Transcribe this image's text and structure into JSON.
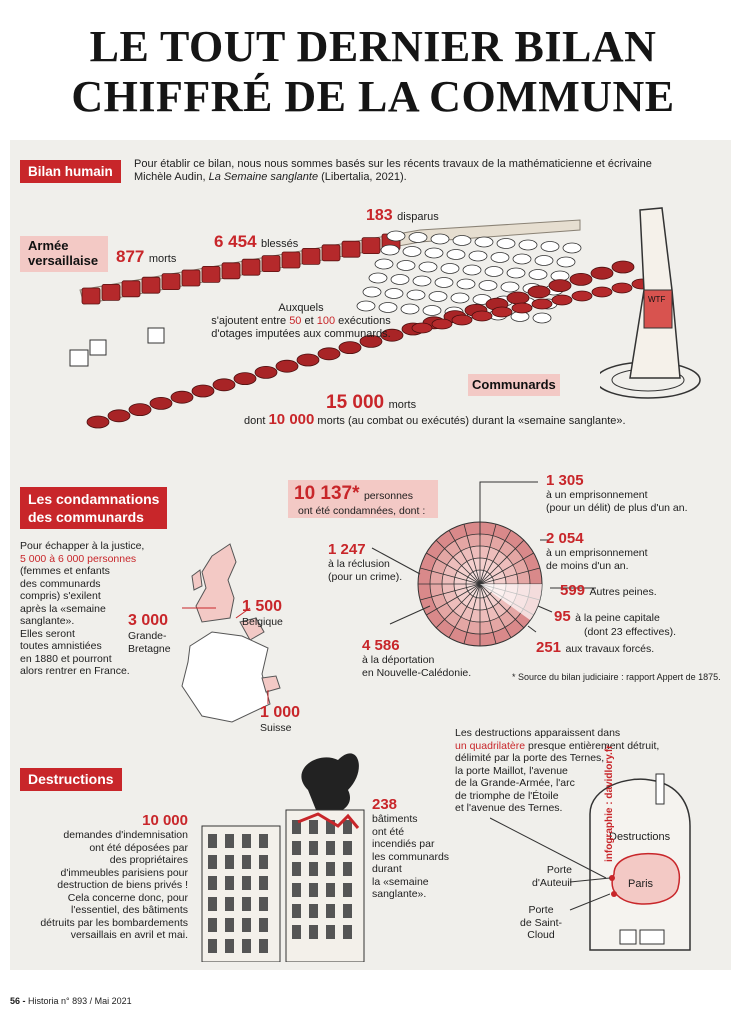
{
  "title": {
    "line1": "LE TOUT DERNIER BILAN",
    "line2": "CHIFFRÉ DE LA COMMUNE"
  },
  "colors": {
    "accent": "#c8262a",
    "pink": "#f3c9c5",
    "panel": "#f0efeb"
  },
  "bilan": {
    "badge": "Bilan humain",
    "intro_1": "Pour établir ce bilan, nous nous sommes basés sur les récents travaux de la mathématicienne et écrivaine",
    "intro_2a": "Michèle Audin, ",
    "intro_2b": "La Semaine sanglante",
    "intro_2c": " (Libertalia, 2021).",
    "armee_1": "Armée",
    "armee_2": "versaillaise",
    "morts_num": "877",
    "morts_lbl": "morts",
    "blesses_num": "6 454",
    "blesses_lbl": "blessés",
    "disparus_num": "183",
    "disparus_lbl": "disparus",
    "aux_1": "Auxquels",
    "aux_2a": "s'ajoutent entre ",
    "aux_2b": "50",
    "aux_2c": " et ",
    "aux_2d": "100",
    "aux_2e": " exécutions",
    "aux_3": "d'otages imputées aux communards.",
    "tree_sign": "WTF",
    "communards_lbl": "Communards",
    "comm_num": "15 000",
    "comm_lbl": "morts",
    "dont_a": "dont ",
    "dont_num": "10 000",
    "dont_b": " morts (au combat ou exécutés) durant la «semaine sanglante»."
  },
  "condamnations": {
    "badge_1": "Les condamnations",
    "badge_2": "des communards",
    "exil": [
      "Pour échapper à la justice,",
      "5 000 à 6 000 personnes",
      "(femmes et enfants",
      "des communards",
      "compris) s'exilent",
      "après la «semaine",
      "sanglante».",
      "Elles seront",
      "toutes amnistiées",
      "en 1880 et pourront",
      "alors rentrer en France."
    ],
    "gb_num": "3 000",
    "gb_lbl_1": "Grande-",
    "gb_lbl_2": "Bretagne",
    "be_num": "1 500",
    "be_lbl": "Belgique",
    "ch_num": "1 000",
    "ch_lbl": "Suisse",
    "total_num": "10 137*",
    "total_lbl_1": "personnes",
    "total_lbl_2": "ont été condamnées, dont :",
    "a_num": "1 305",
    "a_lbl_1": "à un emprisonnement",
    "a_lbl_2": "(pour un délit) de plus d'un an.",
    "b_num": "2 054",
    "b_lbl_1": "à un emprisonnement",
    "b_lbl_2": "de moins d'un an.",
    "c_num": "599",
    "c_lbl": "Autres peines.",
    "d_num": "95",
    "d_lbl_1": "à la peine capitale",
    "d_lbl_2": "(dont 23 effectives).",
    "e_num": "251",
    "e_lbl": "aux travaux forcés.",
    "f_num": "1 247",
    "f_lbl_1": "à la réclusion",
    "f_lbl_2": "(pour un crime).",
    "g_num": "4 586",
    "g_lbl_1": "à la déportation",
    "g_lbl_2": "en Nouvelle-Calédonie.",
    "source": "* Source du bilan judiciaire : rapport Appert de 1875."
  },
  "destructions": {
    "badge": "Destructions",
    "indem_num": "10 000",
    "indem": [
      "demandes d'indemnisation",
      "ont été déposées par",
      "des propriétaires",
      "d'immeubles parisiens pour",
      "destruction de biens privés !",
      "Cela concerne donc, pour",
      "l'essentiel, des bâtiments",
      "détruits par les bombardements",
      "versaillais en avril et mai."
    ],
    "bat_num": "238",
    "bat": [
      "bâtiments",
      "ont été",
      "incendiés par",
      "les communards",
      "durant",
      "la «semaine",
      "sanglante»."
    ],
    "quad_1": "Les destructions apparaissent dans",
    "quad_2a": "un quadrilatère",
    "quad_2b": " presque entièrement détruit,",
    "quad_3": "délimité par la porte des Ternes,",
    "quad_4": "la porte Maillot, l'avenue",
    "quad_5": "de la Grande-Armée, l'arc",
    "quad_6": "de triomphe de l'Étoile",
    "quad_7": "et l'avenue des Ternes.",
    "map_destr": "Destructions",
    "map_paris": "Paris",
    "auteuil_1": "Porte",
    "auteuil_2": "d'Auteuil",
    "stcloud_1": "Porte",
    "stcloud_2": "de Saint-",
    "stcloud_3": "Cloud",
    "credit": "infographie : davidlory.fr"
  },
  "footer": {
    "page": "56 - ",
    "pub": "Historia n° 893 / Mai 2021"
  }
}
